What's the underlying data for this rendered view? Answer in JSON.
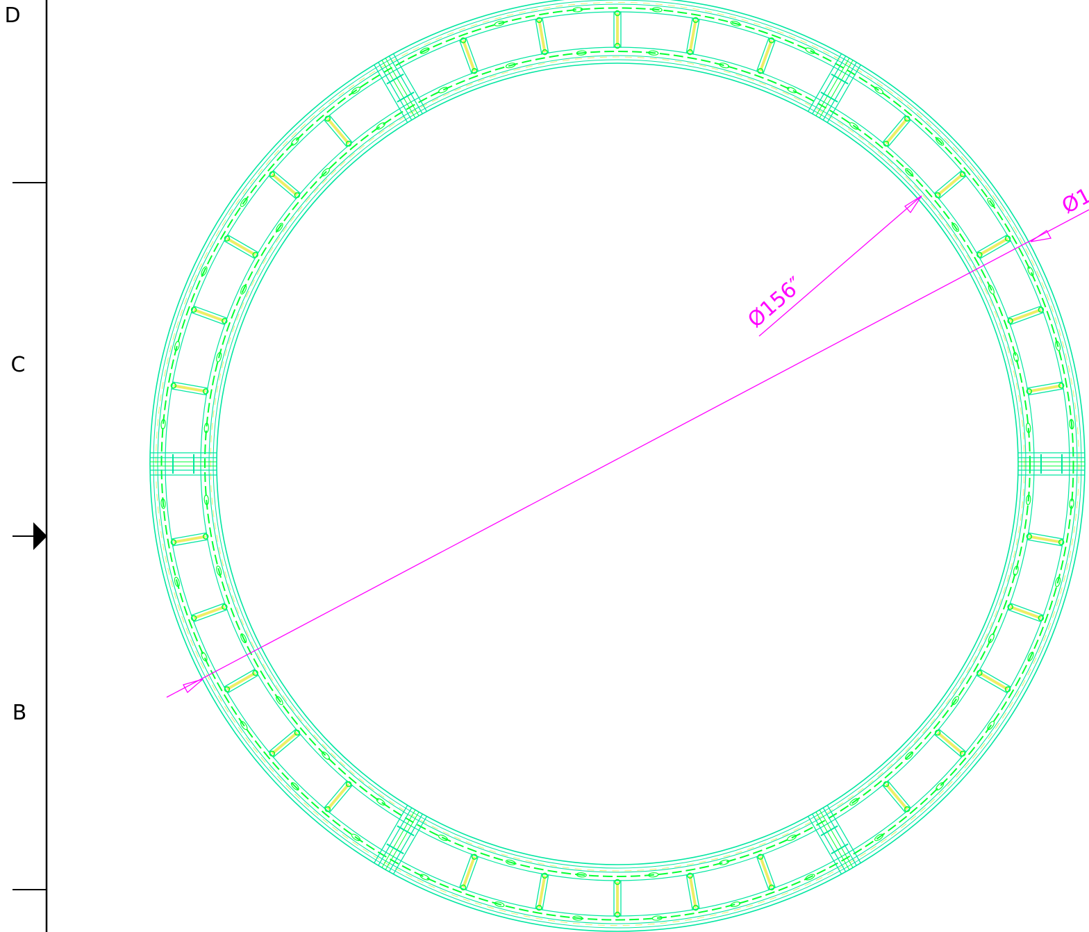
{
  "border": {
    "zone_labels": [
      "D",
      "C",
      "B"
    ]
  },
  "drawing": {
    "ring_segments": 36,
    "splice_count": 6
  },
  "dimensions": {
    "inner_diameter": "Ø156″",
    "outer_diameter_partial": "Ø1"
  },
  "colors": {
    "ring_outline": "#00e6a0",
    "ring_detail": "#00ff33",
    "strut_fill": "#eeee66",
    "dimension": "#ff00ff",
    "border": "#000000"
  }
}
